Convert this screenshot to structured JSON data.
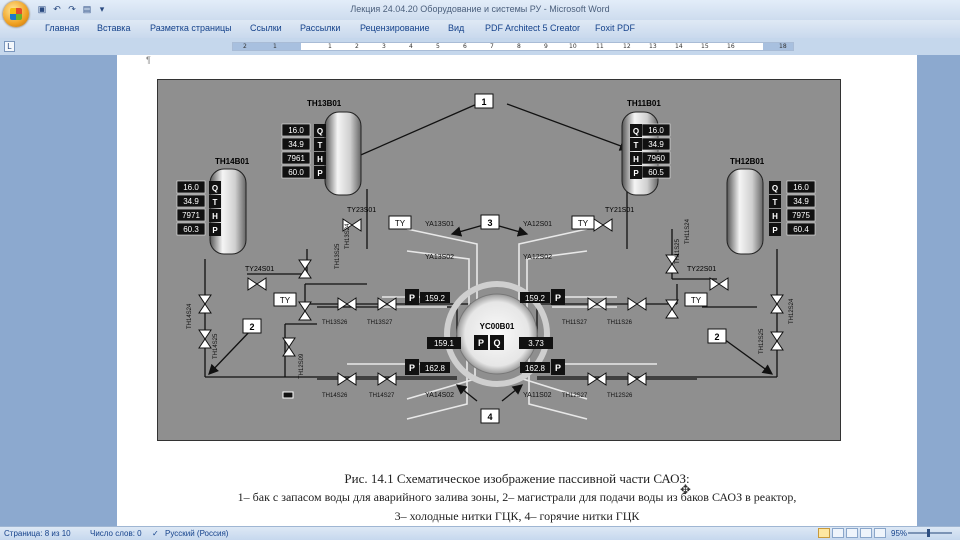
{
  "window": {
    "title": "Лекция 24.04.20 Оборудование и системы РУ - Microsoft Word"
  },
  "quick_access": {
    "icons": [
      "save-icon",
      "undo-icon",
      "redo-icon",
      "print-preview-icon",
      "customize-icon"
    ]
  },
  "ribbon": {
    "tabs": [
      "Главная",
      "Вставка",
      "Разметка страницы",
      "Ссылки",
      "Рассылки",
      "Рецензирование",
      "Вид",
      "PDF Architect 5 Creator",
      "Foxit PDF"
    ]
  },
  "ruler": {
    "ticks": [
      "2",
      "1",
      "1",
      "2",
      "3",
      "4",
      "5",
      "6",
      "7",
      "8",
      "9",
      "10",
      "11",
      "12",
      "13",
      "14",
      "15",
      "16",
      "18"
    ]
  },
  "document": {
    "paragraph_mark": "¶",
    "caption": {
      "line1": "Рис. 14.1 Схематическое изображение пассивной части САОЗ:",
      "line2": "1– бак с запасом воды для аварийного залива зоны, 2– магистрали для подачи воды из баков САОЗ в реактор,",
      "line3": "3– холодные нитки ГЦК, 4– горячие нитки ГЦК"
    },
    "schematic": {
      "tanks": [
        {
          "name": "TH13B01",
          "values": [
            "16.0",
            "34.9",
            "7961",
            "60.0"
          ]
        },
        {
          "name": "TH11B01",
          "values": [
            "16.0",
            "34.9",
            "7960",
            "60.5"
          ]
        },
        {
          "name": "TH14B01",
          "values": [
            "16.0",
            "34.9",
            "7971",
            "60.3"
          ]
        },
        {
          "name": "TH12B01",
          "values": [
            "16.0",
            "34.9",
            "7975",
            "60.4"
          ]
        }
      ],
      "param_letters": [
        "Q",
        "T",
        "H",
        "P"
      ],
      "callouts": [
        "1",
        "2",
        "2",
        "3",
        "4"
      ],
      "level_sensors": [
        "TY23S01",
        "TY21S01",
        "TY24S01",
        "TY22S01"
      ],
      "ty_label": "TY",
      "valves": [
        "TH13S24",
        "TH13S25",
        "TH11S24",
        "TH11S25",
        "TH14S24",
        "TH14S25",
        "TH12S24",
        "TH12S25",
        "TH12S09",
        "TH13S26",
        "TH13S27",
        "TH14S26",
        "TH14S27",
        "TH11S27",
        "TH11S26",
        "TH12S27",
        "TH12S26"
      ],
      "nozzles": [
        "YA13S01",
        "YA12S01",
        "YA13S02",
        "YA12S02",
        "YA14S02",
        "YA11S02"
      ],
      "reactor": {
        "name": "YC00B01",
        "p_label": "P",
        "q_label": "Q",
        "q_value": "3.73",
        "p_value": "159.1"
      },
      "pressures": [
        "159.2",
        "159.2",
        "162.8",
        "162.8"
      ]
    }
  },
  "statusbar": {
    "page": "Страница: 8 из 10",
    "words": "Число слов: 0",
    "language": "Русский (Россия)",
    "zoom": "95%",
    "zoom_level": 0.95
  },
  "colors": {
    "schematic_bg": "#8f8f8f",
    "workspace": "#8ca9cf",
    "ribbon": "#dfe9f5"
  }
}
